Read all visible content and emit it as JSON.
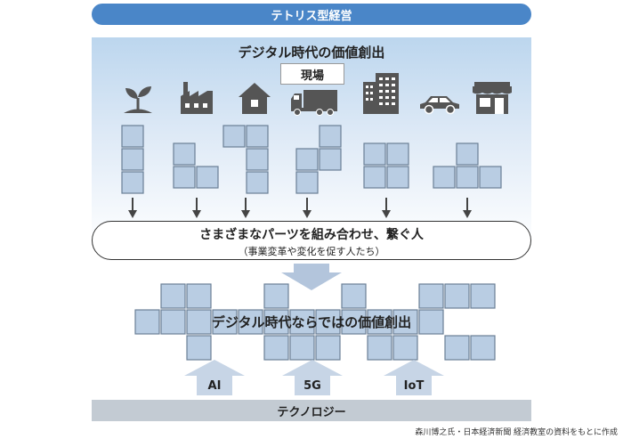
{
  "banner": "テトリス型経営",
  "top_title": "デジタル時代の価値創出",
  "genba_label": "現場",
  "icons": [
    "sprout-icon",
    "factory-icon",
    "house-icon",
    "truck-icon",
    "building-icon",
    "car-icon",
    "store-icon"
  ],
  "connector": {
    "line1": "さまざまなパーツを組み合わせ、繋ぐ人",
    "line2": "（事業変革や変化を促す人たち）"
  },
  "bottom_title": "デジタル時代ならではの価値創出",
  "tech_arrows": [
    "AI",
    "5G",
    "IoT"
  ],
  "tech_label": "テクノロジー",
  "credit": "森川博之氏・日本経済新聞 経済教室の資料をもとに作成",
  "colors": {
    "banner": "#4a86c8",
    "block_fill": "#b9cde3",
    "block_stroke": "#6a7f96",
    "tech_bar": "#c3cbd3"
  }
}
